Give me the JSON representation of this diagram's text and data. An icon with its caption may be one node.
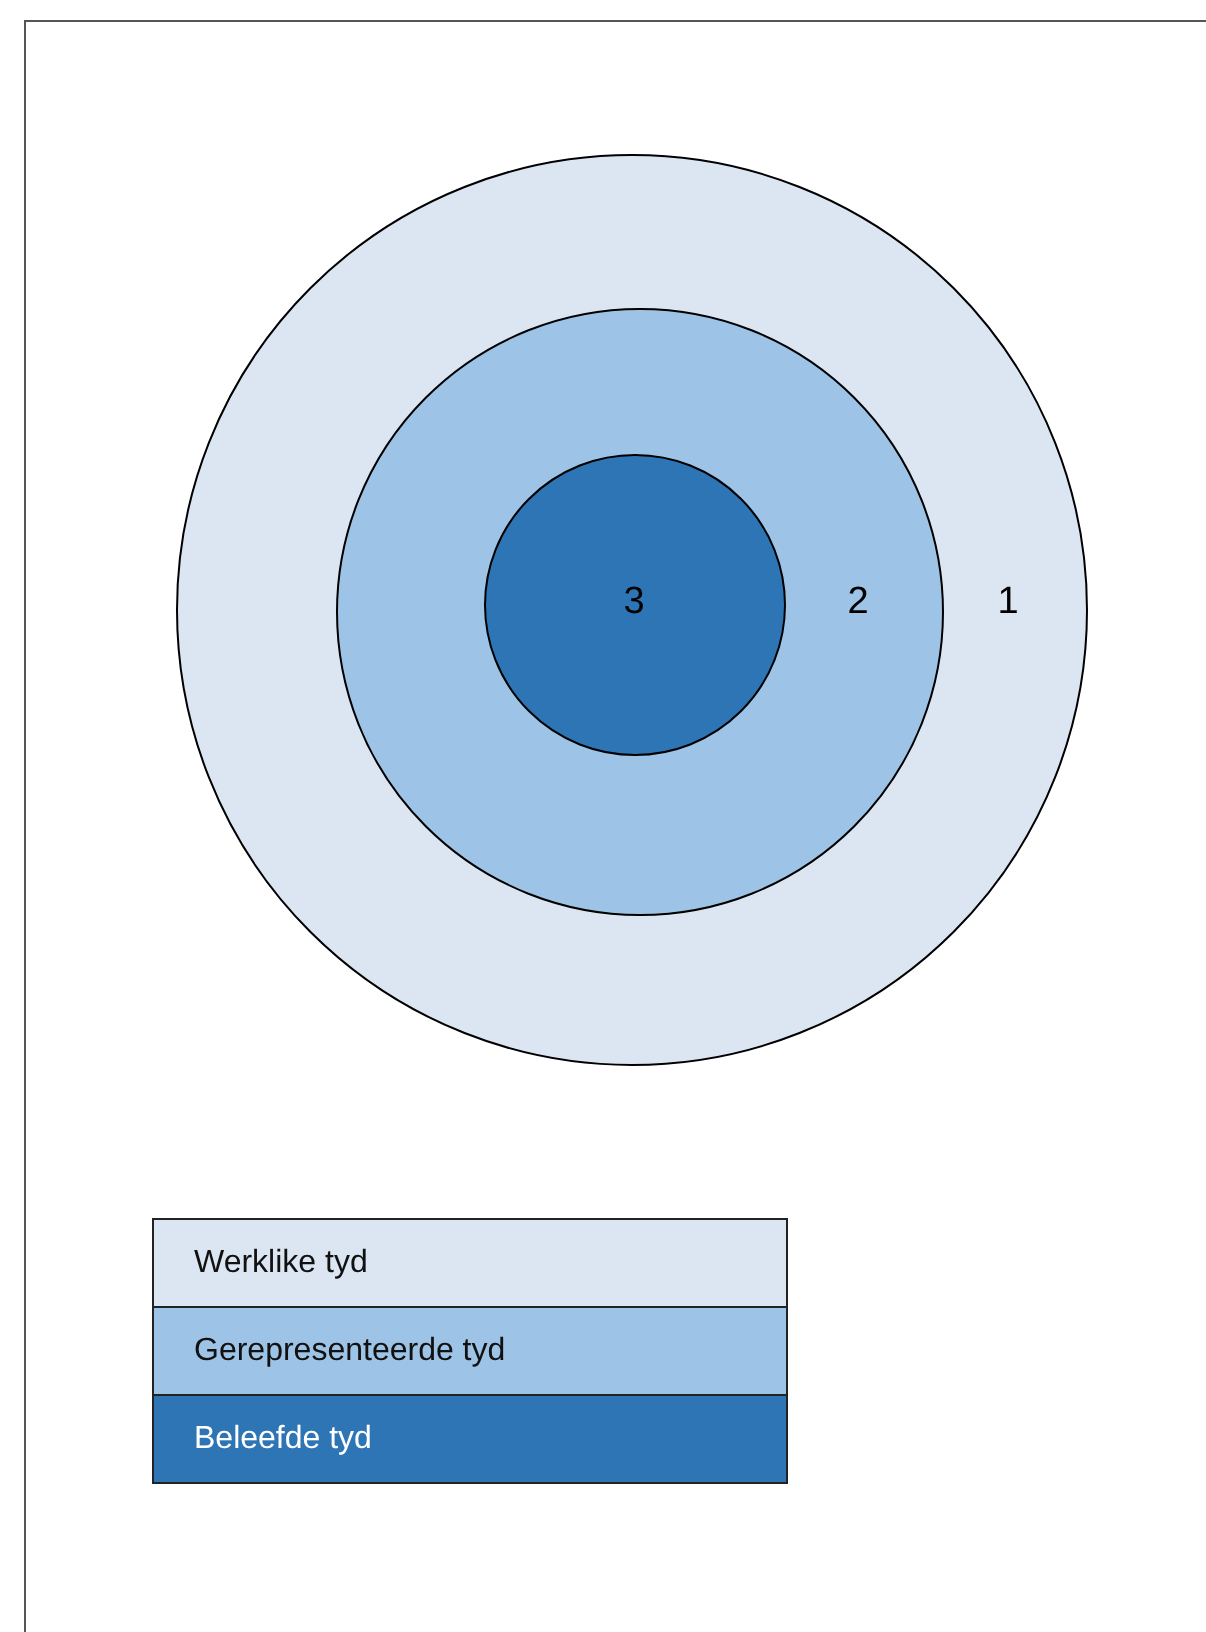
{
  "diagram": {
    "nodes": [
      {
        "text": [
          "1"
        ]
      },
      {
        "text": [
          "2"
        ],
        "in": 0
      },
      {
        "text": [
          "3"
        ],
        "in": 1
      }
    ],
    "legend": [
      {
        "text": "Werklike tyd",
        "color": "#dce6f2"
      },
      {
        "text": "Gerepresenteerde tyd",
        "color": "#9dc3e6"
      },
      {
        "text": "Beleefde tyd",
        "color": "#2e75b6"
      }
    ]
  }
}
